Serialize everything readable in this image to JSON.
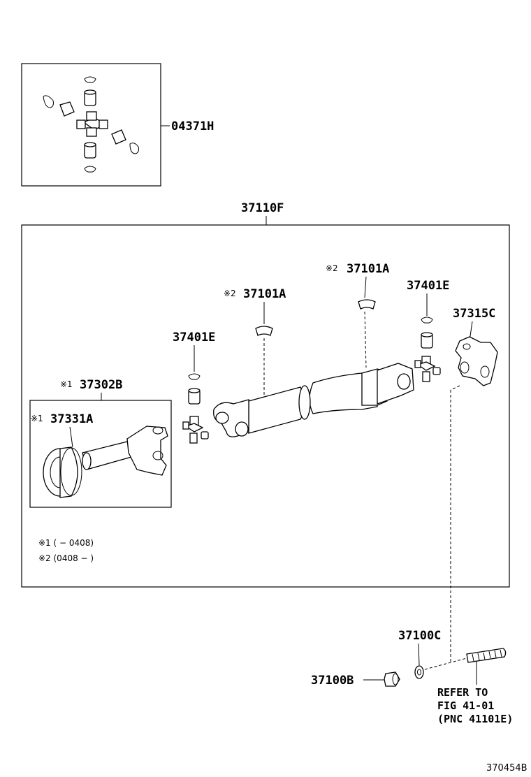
{
  "labels": {
    "spider_kit": "04371H",
    "shaft_assy": "37110F",
    "hanger_upper": "37101A",
    "hanger_lower": "37101A",
    "spider_left": "37401E",
    "spider_right": "37401E",
    "flange": "37315C",
    "sleeve_assy": "37302B",
    "dust_seal": "37331A",
    "washer": "37100C",
    "nut": "37100B"
  },
  "marks": {
    "m1": "※1",
    "m2": "※2"
  },
  "notes": {
    "line1": "※1 (        − 0408)",
    "line2": "※2 (0408 −         )"
  },
  "reference": {
    "line1": "REFER TO",
    "line2": "FIG 41-01",
    "line3": "(PNC 41101E)"
  },
  "figure_id": "370454B"
}
